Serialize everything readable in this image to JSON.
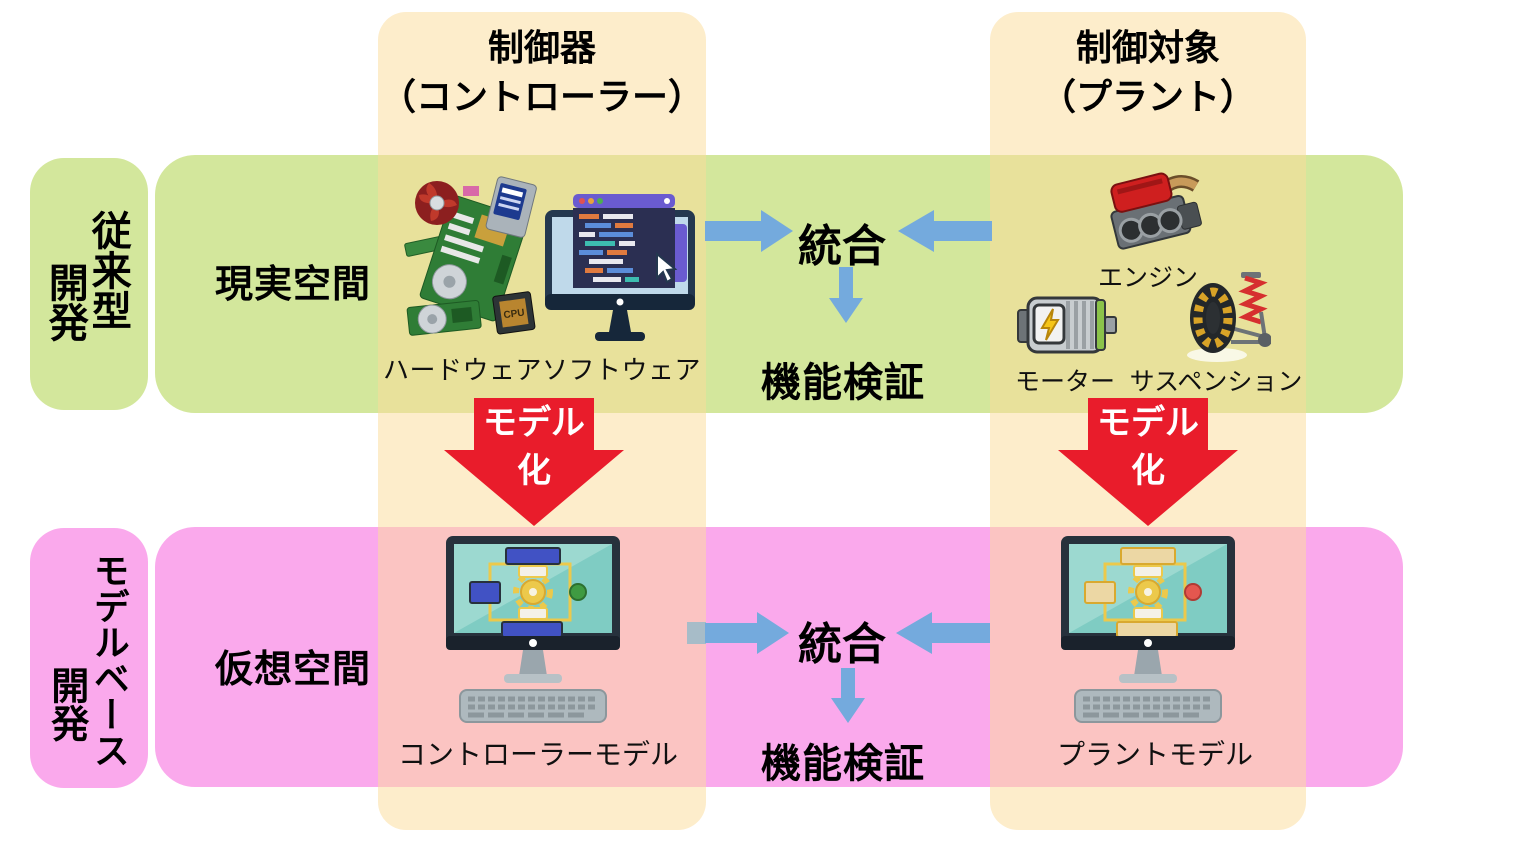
{
  "colors": {
    "band_green": "#d3e79c",
    "band_pink": "#faa9ec",
    "column_beige_over_white": "#fdeecd",
    "arrow_blue": "#74aadd",
    "arrow_red": "#e91c2b",
    "modeling_text": "#ffffff",
    "text": "#000000"
  },
  "columns": {
    "controller": {
      "title": "制御器",
      "subtitle": "（コントローラー）"
    },
    "plant": {
      "title": "制御対象",
      "subtitle": "（プラント）"
    }
  },
  "rows": {
    "traditional": {
      "side_label_main": "従来型",
      "side_label_sub": "開発",
      "space_label": "現実空間",
      "hardware_caption": "ハードウェアソフトウェア",
      "integration_label": "統合",
      "verification_label": "機能検証",
      "engine_label": "エンジン",
      "motor_label": "モーター",
      "suspension_label": "サスペンション"
    },
    "model_based": {
      "side_label_main": "モデルベース",
      "side_label_sub": "開発",
      "space_label": "仮想空間",
      "controller_model_caption": "コントローラーモデル",
      "integration_label": "統合",
      "verification_label": "機能検証",
      "plant_model_caption": "プラントモデル"
    }
  },
  "modeling_arrow": {
    "line1": "モデル",
    "line2": "化"
  },
  "icons": {
    "hardware": "hardware-parts-icon",
    "software": "software-code-monitor-icon",
    "engine": "engine-icon",
    "motor": "electric-motor-icon",
    "suspension": "suspension-icon",
    "controller_model": "controller-model-computer-icon",
    "plant_model": "plant-model-computer-icon",
    "cpu_label": "CPU"
  }
}
